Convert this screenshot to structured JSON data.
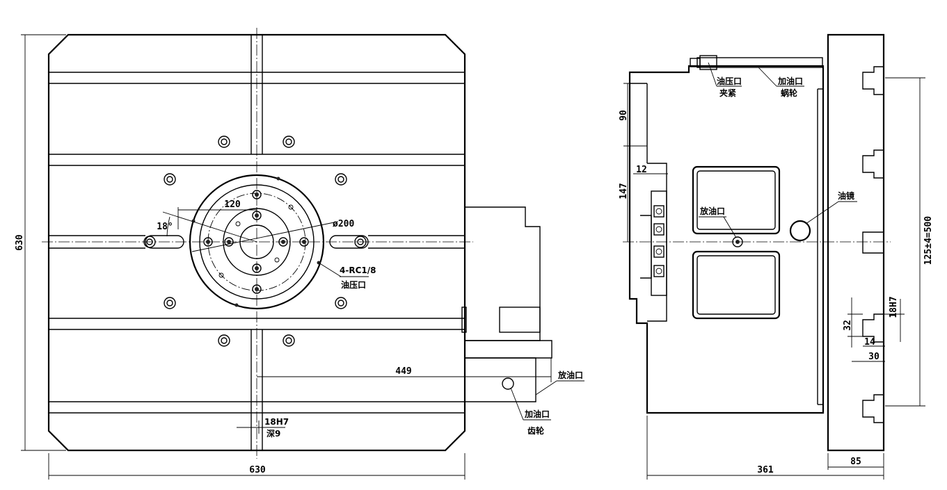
{
  "front_view": {
    "width_dim": "630",
    "height_dim": "630",
    "offset_dim": "449",
    "bolt_radius_dim": "120",
    "angle_dim": "18°",
    "circle_dim": "ø200",
    "port_spec": "4-RC1/8",
    "port_label": "油压口",
    "slot_dim": "18H7",
    "slot_depth": "深9",
    "drain_label": "放油口",
    "fill_label": "加油口",
    "fill_sub": "齿轮"
  },
  "side_view": {
    "hyd_label": "油压口",
    "hyd_sub": "夹紧",
    "fill_label": "加油口",
    "fill_sub": "蜗轮",
    "dim_90": "90",
    "dim_12": "12",
    "dim_147": "147",
    "drain_label": "放油口",
    "sight_label": "油镜",
    "pitch_dim": "125±4=500",
    "slot_dim": "18H7",
    "dim_32": "32",
    "dim_14": "14",
    "dim_30": "30",
    "depth_dim": "361",
    "plate_dim": "85"
  }
}
